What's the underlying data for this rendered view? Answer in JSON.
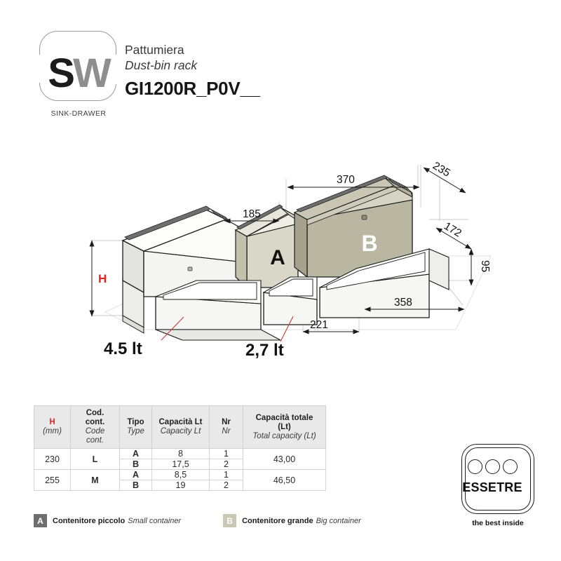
{
  "brand": {
    "logo_s": "S",
    "logo_w": "W",
    "tagline": "SINK-DRAWER"
  },
  "header": {
    "title_it": "Pattumiera",
    "title_en": "Dust-bin rack",
    "product_code": "GI1200R_P0V__"
  },
  "drawing": {
    "dimensions": {
      "width_small_bin": "185",
      "width_large_bin": "370",
      "depth_top": "235",
      "depth_side": "172",
      "height_tray": "95",
      "width_tray_small": "221",
      "width_tray_large": "358",
      "height_label": "H"
    },
    "bin_labels": {
      "small": "A",
      "large": "B"
    },
    "tray_capacities": {
      "large_tray": "4.5 lt",
      "small_tray": "2,7 lt"
    },
    "colors": {
      "dimension_line": "#1b1b1b",
      "height_label": "#e8231f",
      "leader_line": "#d03a32",
      "bin_olive_dark": "#b9b7a1",
      "bin_olive_light": "#d6d4c4",
      "bin_white": "#f4f4f2",
      "rail_gray": "#7d7d7d",
      "outline": "#1b1b1b"
    }
  },
  "spec_table": {
    "headers": [
      {
        "it": "H",
        "en": "(mm)",
        "it_red": true
      },
      {
        "it": "Cod. cont.",
        "en": "Code cont."
      },
      {
        "it": "Tipo",
        "en": "Type"
      },
      {
        "it": "Capacità Lt",
        "en": "Capacity Lt"
      },
      {
        "it": "Nr",
        "en": "Nr"
      },
      {
        "it": "Capacità totale (Lt)",
        "en": "Total capacity (Lt)"
      }
    ],
    "groups": [
      {
        "h": "230",
        "code": "L",
        "total": "43,00",
        "rows": [
          {
            "type": "A",
            "capacity": "8",
            "nr": "1"
          },
          {
            "type": "B",
            "capacity": "17,5",
            "nr": "2"
          }
        ]
      },
      {
        "h": "255",
        "code": "M",
        "total": "46,50",
        "rows": [
          {
            "type": "A",
            "capacity": "8,5",
            "nr": "1"
          },
          {
            "type": "B",
            "capacity": "19",
            "nr": "2"
          }
        ]
      }
    ]
  },
  "legend": [
    {
      "badge": "A",
      "it": "Contenitore piccolo",
      "en": "Small container",
      "color": "#6e6e6e"
    },
    {
      "badge": "B",
      "it": "Contenitore grande",
      "en": "Big container",
      "color": "#c9c8b4"
    }
  ],
  "essetre": {
    "name": "ESSETRE",
    "tagline": "the best inside"
  }
}
